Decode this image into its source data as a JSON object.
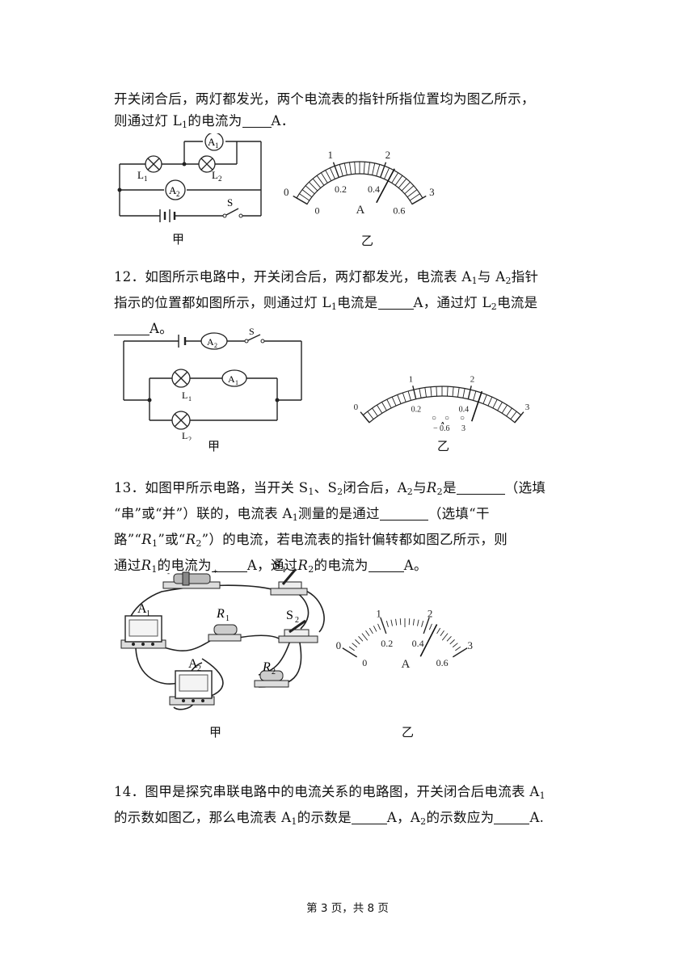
{
  "q11": {
    "line1": "开关闭合后，两灯都发光，两个电流表的指针所指位置均为图乙所示，",
    "line2_a": "则通过灯 L",
    "line2_sub": "1",
    "line2_b": "的电流为",
    "line2_c": "A．"
  },
  "q12": {
    "l1_a": "12．如图所示电路中，开关闭合后，两灯都发光，电流表 A",
    "l1_s1": "1",
    "l1_b": "与 A",
    "l1_s2": "2",
    "l1_c": "指针",
    "l2_a": "指示的位置都如图所示，则通过灯 L",
    "l2_s1": "1",
    "l2_b": "电流是",
    "l2_c": "A，通过灯 L",
    "l2_s2": "2",
    "l2_d": "电流是",
    "l3": "A。"
  },
  "q13": {
    "l1_a": "13．如图甲所示电路，当开关 S",
    "l1_s1": "1",
    "l1_b": "、S",
    "l1_s2": "2",
    "l1_c": "闭合后，A",
    "l1_s3": "2",
    "l1_d": "与",
    "l1_R": "R",
    "l1_s4": "2",
    "l1_e": "是",
    "l1_f": "（选填",
    "l2_a": "“串”或“并”）联的，电流表 A",
    "l2_s1": "1",
    "l2_b": "测量的是通过",
    "l2_c": "（选填“干",
    "l3_a": "路”“",
    "l3_R1": "R",
    "l3_s1": "1",
    "l3_b": "”或“",
    "l3_R2": "R",
    "l3_s2": "2",
    "l3_c": "”）的电流，若电流表的指针偏转都如图乙所示，则",
    "l4_a": "通过",
    "l4_R1": "R",
    "l4_s1": "1",
    "l4_b": "的电流为",
    "l4_c": "A，通过",
    "l4_R2": "R",
    "l4_s2": "2",
    "l4_d": "的电流为",
    "l4_e": "A。"
  },
  "q14": {
    "l1_a": "14．图甲是探究串联电路中的电流关系的电路图，开关闭合后电流表 A",
    "l1_s1": "1",
    "l2_a": "的示数如图乙，那么电流表 A",
    "l2_s1": "1",
    "l2_b": "的示数是",
    "l2_c": "A，A",
    "l2_s2": "2",
    "l2_d": "的示数应为",
    "l2_e": "A."
  },
  "captions": {
    "jia": "甲",
    "yi": "乙"
  },
  "labels": {
    "A1": "A",
    "A1_sub": "1",
    "A2": "A",
    "A2_sub": "2",
    "L1": "L",
    "L1_sub": "1",
    "L2": "L",
    "L2_sub": "2",
    "S": "S",
    "S1": "S",
    "S1_sub": "1",
    "S2": "S",
    "S2_sub": "2",
    "R1": "R",
    "R1_sub": "1",
    "R2": "R",
    "R2_sub": "2"
  },
  "meter": {
    "unit": "A",
    "big_scale": [
      "0",
      "1",
      "2",
      "3"
    ],
    "small_scale": [
      "0",
      "0.2",
      "0.4",
      "0.6"
    ],
    "terminals": [
      "−",
      "0.6",
      "3"
    ],
    "reading_divisions_small": 22
  },
  "footer": "第 3 页，共 8 页"
}
